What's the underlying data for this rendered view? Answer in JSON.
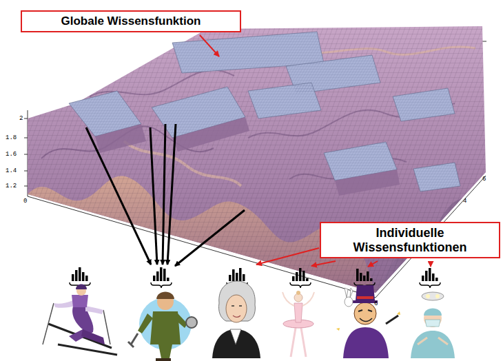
{
  "diagram": {
    "nodes": [
      {
        "text": [
          "Globale Wissensfunktion"
        ]
      },
      {
        "text": [
          "Individuelle Wissensfunktionen"
        ]
      }
    ],
    "labels": [
      "2",
      "1.8",
      "1.6",
      "1.4",
      "1.2",
      "0",
      "6",
      "4",
      "6"
    ]
  }
}
